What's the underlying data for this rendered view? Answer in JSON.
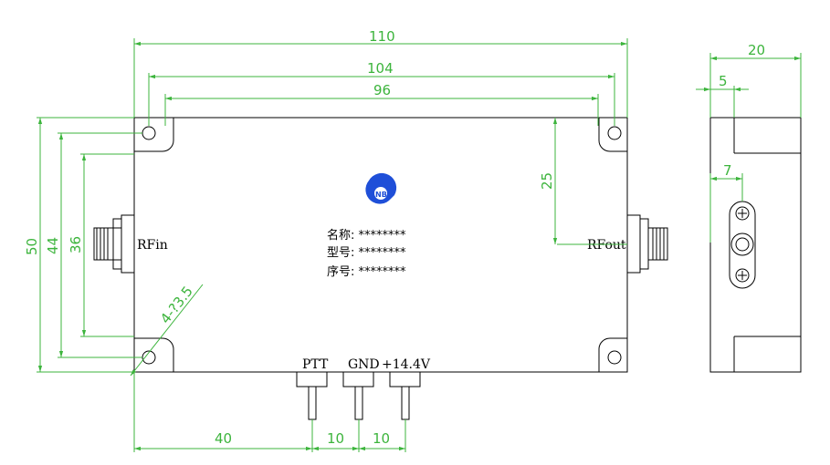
{
  "dimensions": {
    "overall_length": "110",
    "hole_spacing_outer": "104",
    "hole_spacing_inner": "96",
    "rfout_offset": "25",
    "side_width": "20",
    "side_step": "5",
    "side_conn": "7",
    "overall_height": "50",
    "hole_height": "44",
    "inner_height": "36",
    "hole_diameter": "4-?3.5",
    "pin_offset": "40",
    "pin_pitch_1": "10",
    "pin_pitch_2": "10"
  },
  "ports": {
    "rf_in": "RFin",
    "rf_out": "RFout"
  },
  "pins": {
    "ptt": "PTT",
    "gnd": "GND",
    "vcc": "+14.4V"
  },
  "labels": {
    "name": "名称: ********",
    "model": "型号: ********",
    "serial": "序号: ********"
  },
  "logo_text": "NB",
  "colors": {
    "dimension": "#3cb43c",
    "outline": "#000000",
    "logo": "#1f4fd8"
  }
}
